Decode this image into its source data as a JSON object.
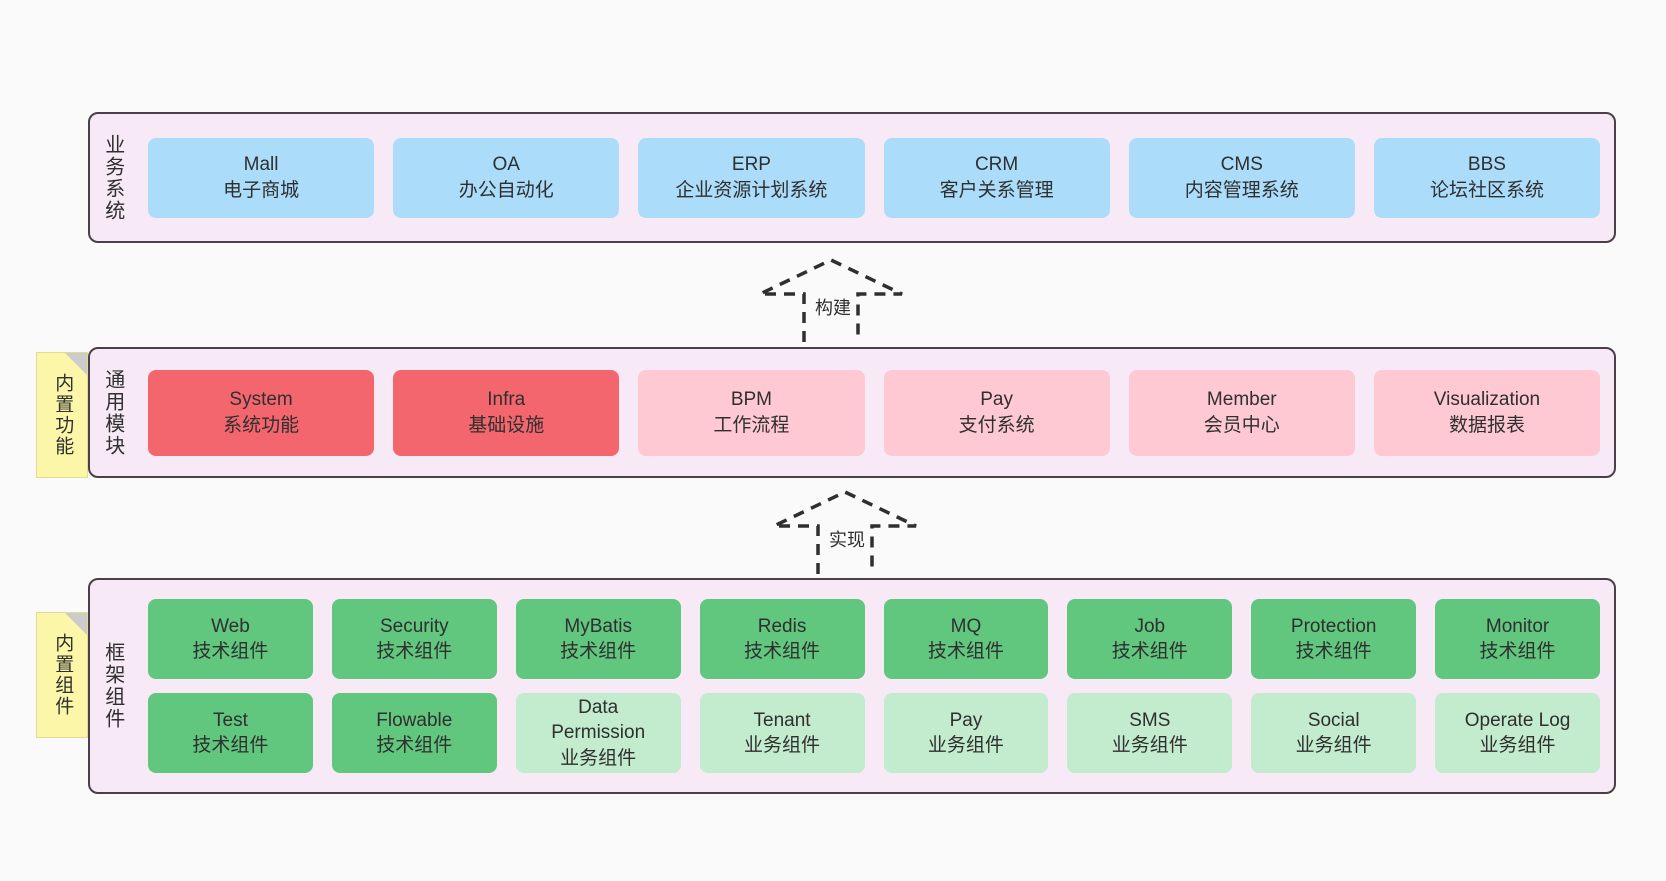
{
  "diagram": {
    "background_color": "#fafafa",
    "container_color": "#f7e9f5",
    "container_border_color": "#4a4048"
  },
  "layers": [
    {
      "title": "业务系统",
      "note": null,
      "rows": [
        {
          "nodes": [
            {
              "en": "Mall",
              "cn": "电子商城",
              "color": "#abddfb",
              "style": "blue"
            },
            {
              "en": "OA",
              "cn": "办公自动化",
              "color": "#abddfb",
              "style": "blue"
            },
            {
              "en": "ERP",
              "cn": "企业资源计划系统",
              "color": "#abddfb",
              "style": "blue"
            },
            {
              "en": "CRM",
              "cn": "客户关系管理",
              "color": "#abddfb",
              "style": "blue"
            },
            {
              "en": "CMS",
              "cn": "内容管理系统",
              "color": "#abddfb",
              "style": "blue"
            },
            {
              "en": "BBS",
              "cn": "论坛社区系统",
              "color": "#abddfb",
              "style": "blue"
            }
          ]
        }
      ]
    },
    {
      "title": "通用模块",
      "note": "内置功能",
      "rows": [
        {
          "nodes": [
            {
              "en": "System",
              "cn": "系统功能",
              "color": "#f4666e",
              "style": "red"
            },
            {
              "en": "Infra",
              "cn": "基础设施",
              "color": "#f4666e",
              "style": "red"
            },
            {
              "en": "BPM",
              "cn": "工作流程",
              "color": "#ffc9d3",
              "style": "pink"
            },
            {
              "en": "Pay",
              "cn": "支付系统",
              "color": "#ffc9d3",
              "style": "pink"
            },
            {
              "en": "Member",
              "cn": "会员中心",
              "color": "#ffc9d3",
              "style": "pink"
            },
            {
              "en": "Visualization",
              "cn": "数据报表",
              "color": "#ffc9d3",
              "style": "pink"
            }
          ]
        }
      ]
    },
    {
      "title": "框架组件",
      "note": "内置组件",
      "rows": [
        {
          "nodes": [
            {
              "en": "Web",
              "cn": "技术组件",
              "color": "#61c77e",
              "style": "green"
            },
            {
              "en": "Security",
              "cn": "技术组件",
              "color": "#61c77e",
              "style": "green"
            },
            {
              "en": "MyBatis",
              "cn": "技术组件",
              "color": "#61c77e",
              "style": "green"
            },
            {
              "en": "Redis",
              "cn": "技术组件",
              "color": "#61c77e",
              "style": "green"
            },
            {
              "en": "MQ",
              "cn": "技术组件",
              "color": "#61c77e",
              "style": "green"
            },
            {
              "en": "Job",
              "cn": "技术组件",
              "color": "#61c77e",
              "style": "green"
            },
            {
              "en": "Protection",
              "cn": "技术组件",
              "color": "#61c77e",
              "style": "green"
            },
            {
              "en": "Monitor",
              "cn": "技术组件",
              "color": "#61c77e",
              "style": "green"
            }
          ]
        },
        {
          "nodes": [
            {
              "en": "Test",
              "cn": "技术组件",
              "color": "#61c77e",
              "style": "green"
            },
            {
              "en": "Flowable",
              "cn": "技术组件",
              "color": "#61c77e",
              "style": "green"
            },
            {
              "en": "Data Permission",
              "cn": "业务组件",
              "color": "#c3ebcd",
              "style": "green-light"
            },
            {
              "en": "Tenant",
              "cn": "业务组件",
              "color": "#c3ebcd",
              "style": "green-light"
            },
            {
              "en": "Pay",
              "cn": "业务组件",
              "color": "#c3ebcd",
              "style": "green-light"
            },
            {
              "en": "SMS",
              "cn": "业务组件",
              "color": "#c3ebcd",
              "style": "green-light"
            },
            {
              "en": "Social",
              "cn": "业务组件",
              "color": "#c3ebcd",
              "style": "green-light"
            },
            {
              "en": "Operate Log",
              "cn": "业务组件",
              "color": "#c3ebcd",
              "style": "green-light"
            }
          ]
        }
      ]
    }
  ],
  "connectors": [
    {
      "label": "构建",
      "icon": "dashed-generalization-arrow-up"
    },
    {
      "label": "实现",
      "icon": "dashed-generalization-arrow-up"
    }
  ]
}
